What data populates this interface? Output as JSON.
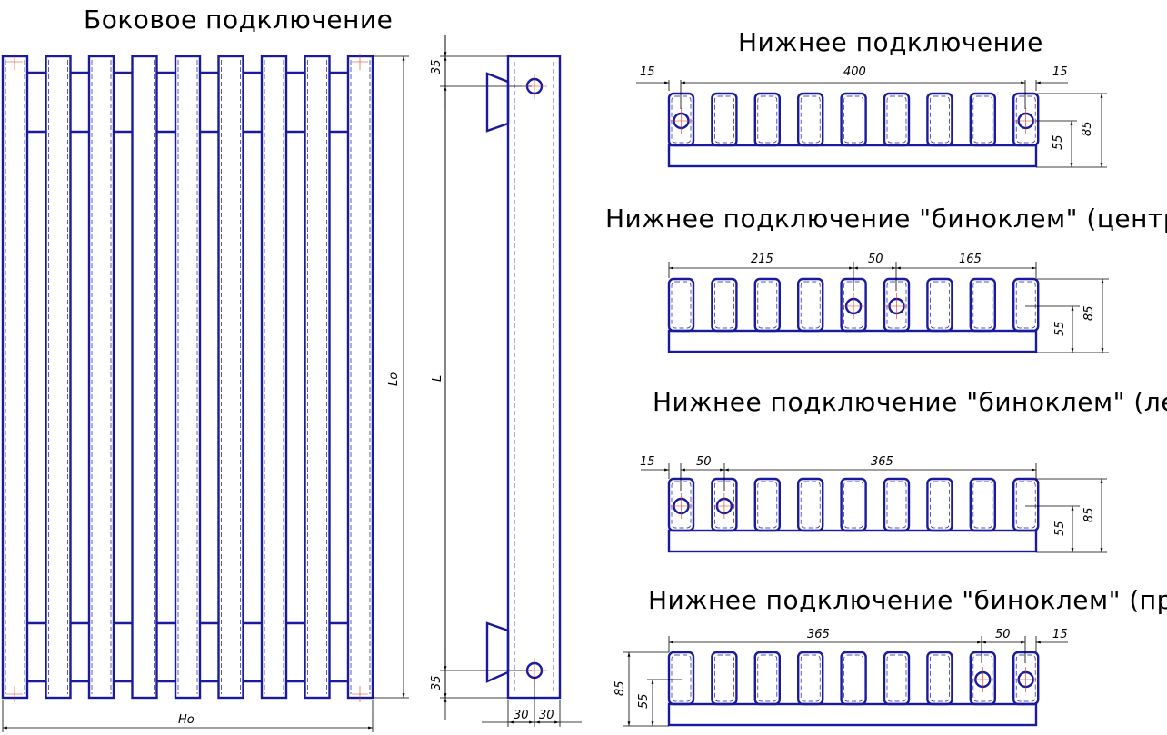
{
  "titles": {
    "side": "Боковое подключение",
    "bottom": "Нижнее подключение",
    "central": "Нижнее подключение \"биноклем\" (центральное)",
    "left": "Нижнее подключение \"биноклем\" (левое)",
    "right": "Нижнее подключение \"биноклем\" (правое)"
  },
  "side_view": {
    "lo": "Lo",
    "ho": "Ho",
    "l": "L",
    "top_35": "35",
    "bottom_35": "35",
    "w30a": "30",
    "w30b": "30"
  },
  "bottom_dims": {
    "left15": "15",
    "span400": "400",
    "right15": "15",
    "h55": "55",
    "h85": "85"
  },
  "central_dims": {
    "d215": "215",
    "d50": "50",
    "d165": "165",
    "h55": "55",
    "h85": "85"
  },
  "left_dims": {
    "d15": "15",
    "d50": "50",
    "d365": "365",
    "h55": "55",
    "h85": "85"
  },
  "right_dims": {
    "d365": "365",
    "d50": "50",
    "d15": "15",
    "h85": "85",
    "h55": "55"
  },
  "colors": {
    "line": "#1a1a9e",
    "axis": "#d23a1e",
    "dimension": "#000000"
  }
}
